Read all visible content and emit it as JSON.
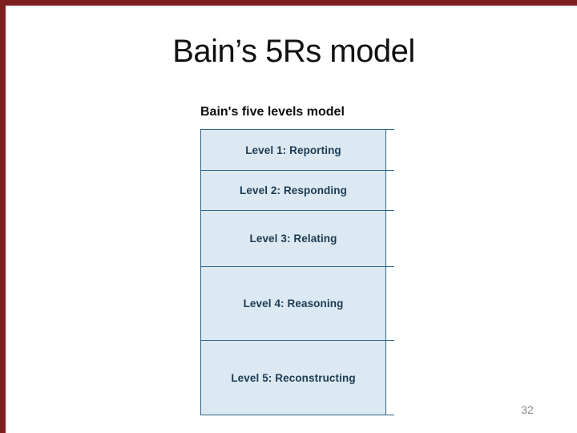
{
  "slide": {
    "title": "Bain’s 5Rs model",
    "page_number": "32"
  },
  "figure": {
    "heading": "Bain's five levels model",
    "table": {
      "rows": [
        {
          "label": "Level 1: Reporting"
        },
        {
          "label": "Level 2: Responding"
        },
        {
          "label": "Level 3: Relating"
        },
        {
          "label": "Level 4: Reasoning"
        },
        {
          "label": "Level 5: Reconstructing"
        }
      ]
    }
  },
  "colors": {
    "frame_accent": "#7d1f1f",
    "table_fill": "#dce9f2",
    "table_border": "#2f6488",
    "table_text": "#1c3a52",
    "title_text": "#111111",
    "page_number_text": "#8a8a8a"
  }
}
